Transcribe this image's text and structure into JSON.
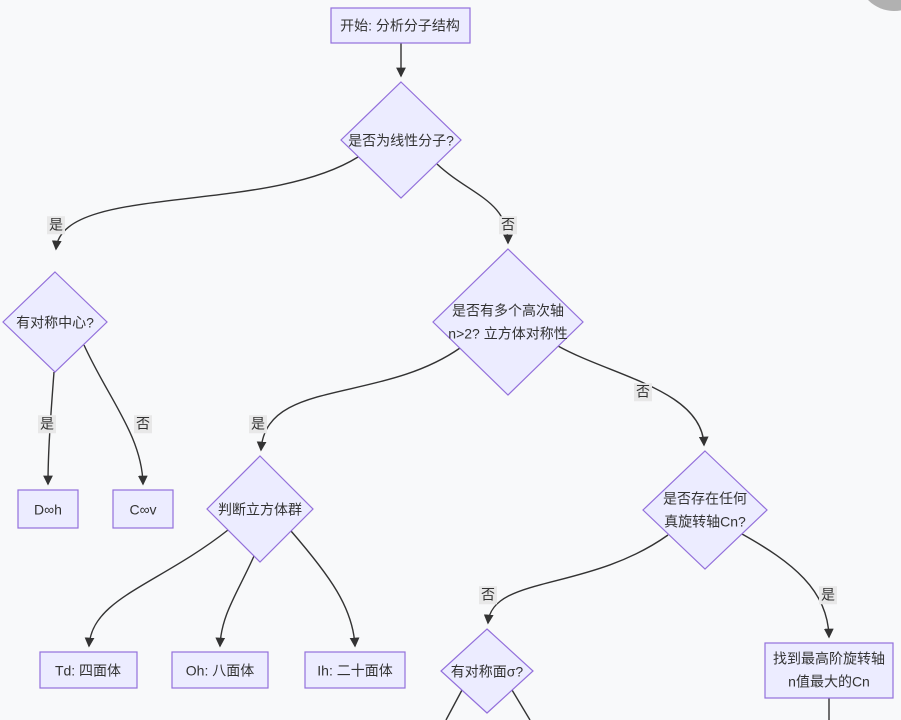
{
  "colors": {
    "background": "#f8f9fa",
    "node_fill": "#ECECFF",
    "node_border": "#9370DB",
    "edge_line": "#333333",
    "edge_label_bg": "#e8e8e8",
    "corner_button": "#b1b1b1"
  },
  "nodes": {
    "start": {
      "label": "开始: 分析分子结构"
    },
    "is_linear": {
      "label": "是否为线性分子?"
    },
    "has_center": {
      "label": "有对称中心?"
    },
    "high_axes": {
      "line1": "是否有多个高次轴",
      "line2": "n>2? 立方体对称性"
    },
    "dinfh": {
      "label": "D∞h"
    },
    "cinfv": {
      "label": "C∞v"
    },
    "cubic_group": {
      "label": "判断立方体群"
    },
    "proper_axis": {
      "line1": "是否存在任何",
      "line2": "真旋转轴Cn?"
    },
    "td": {
      "label": "Td: 四面体"
    },
    "oh": {
      "label": "Oh: 八面体"
    },
    "ih": {
      "label": "Ih: 二十面体"
    },
    "mirror_plane": {
      "label": "有对称面σ?"
    },
    "find_cn": {
      "line1": "找到最高阶旋转轴",
      "line2": "n值最大的Cn"
    }
  },
  "edge_labels": {
    "linear_yes": "是",
    "linear_no": "否",
    "center_yes": "是",
    "center_no": "否",
    "cubic_yes": "是",
    "cubic_no": "否",
    "proper_no": "否",
    "proper_yes": "是"
  }
}
